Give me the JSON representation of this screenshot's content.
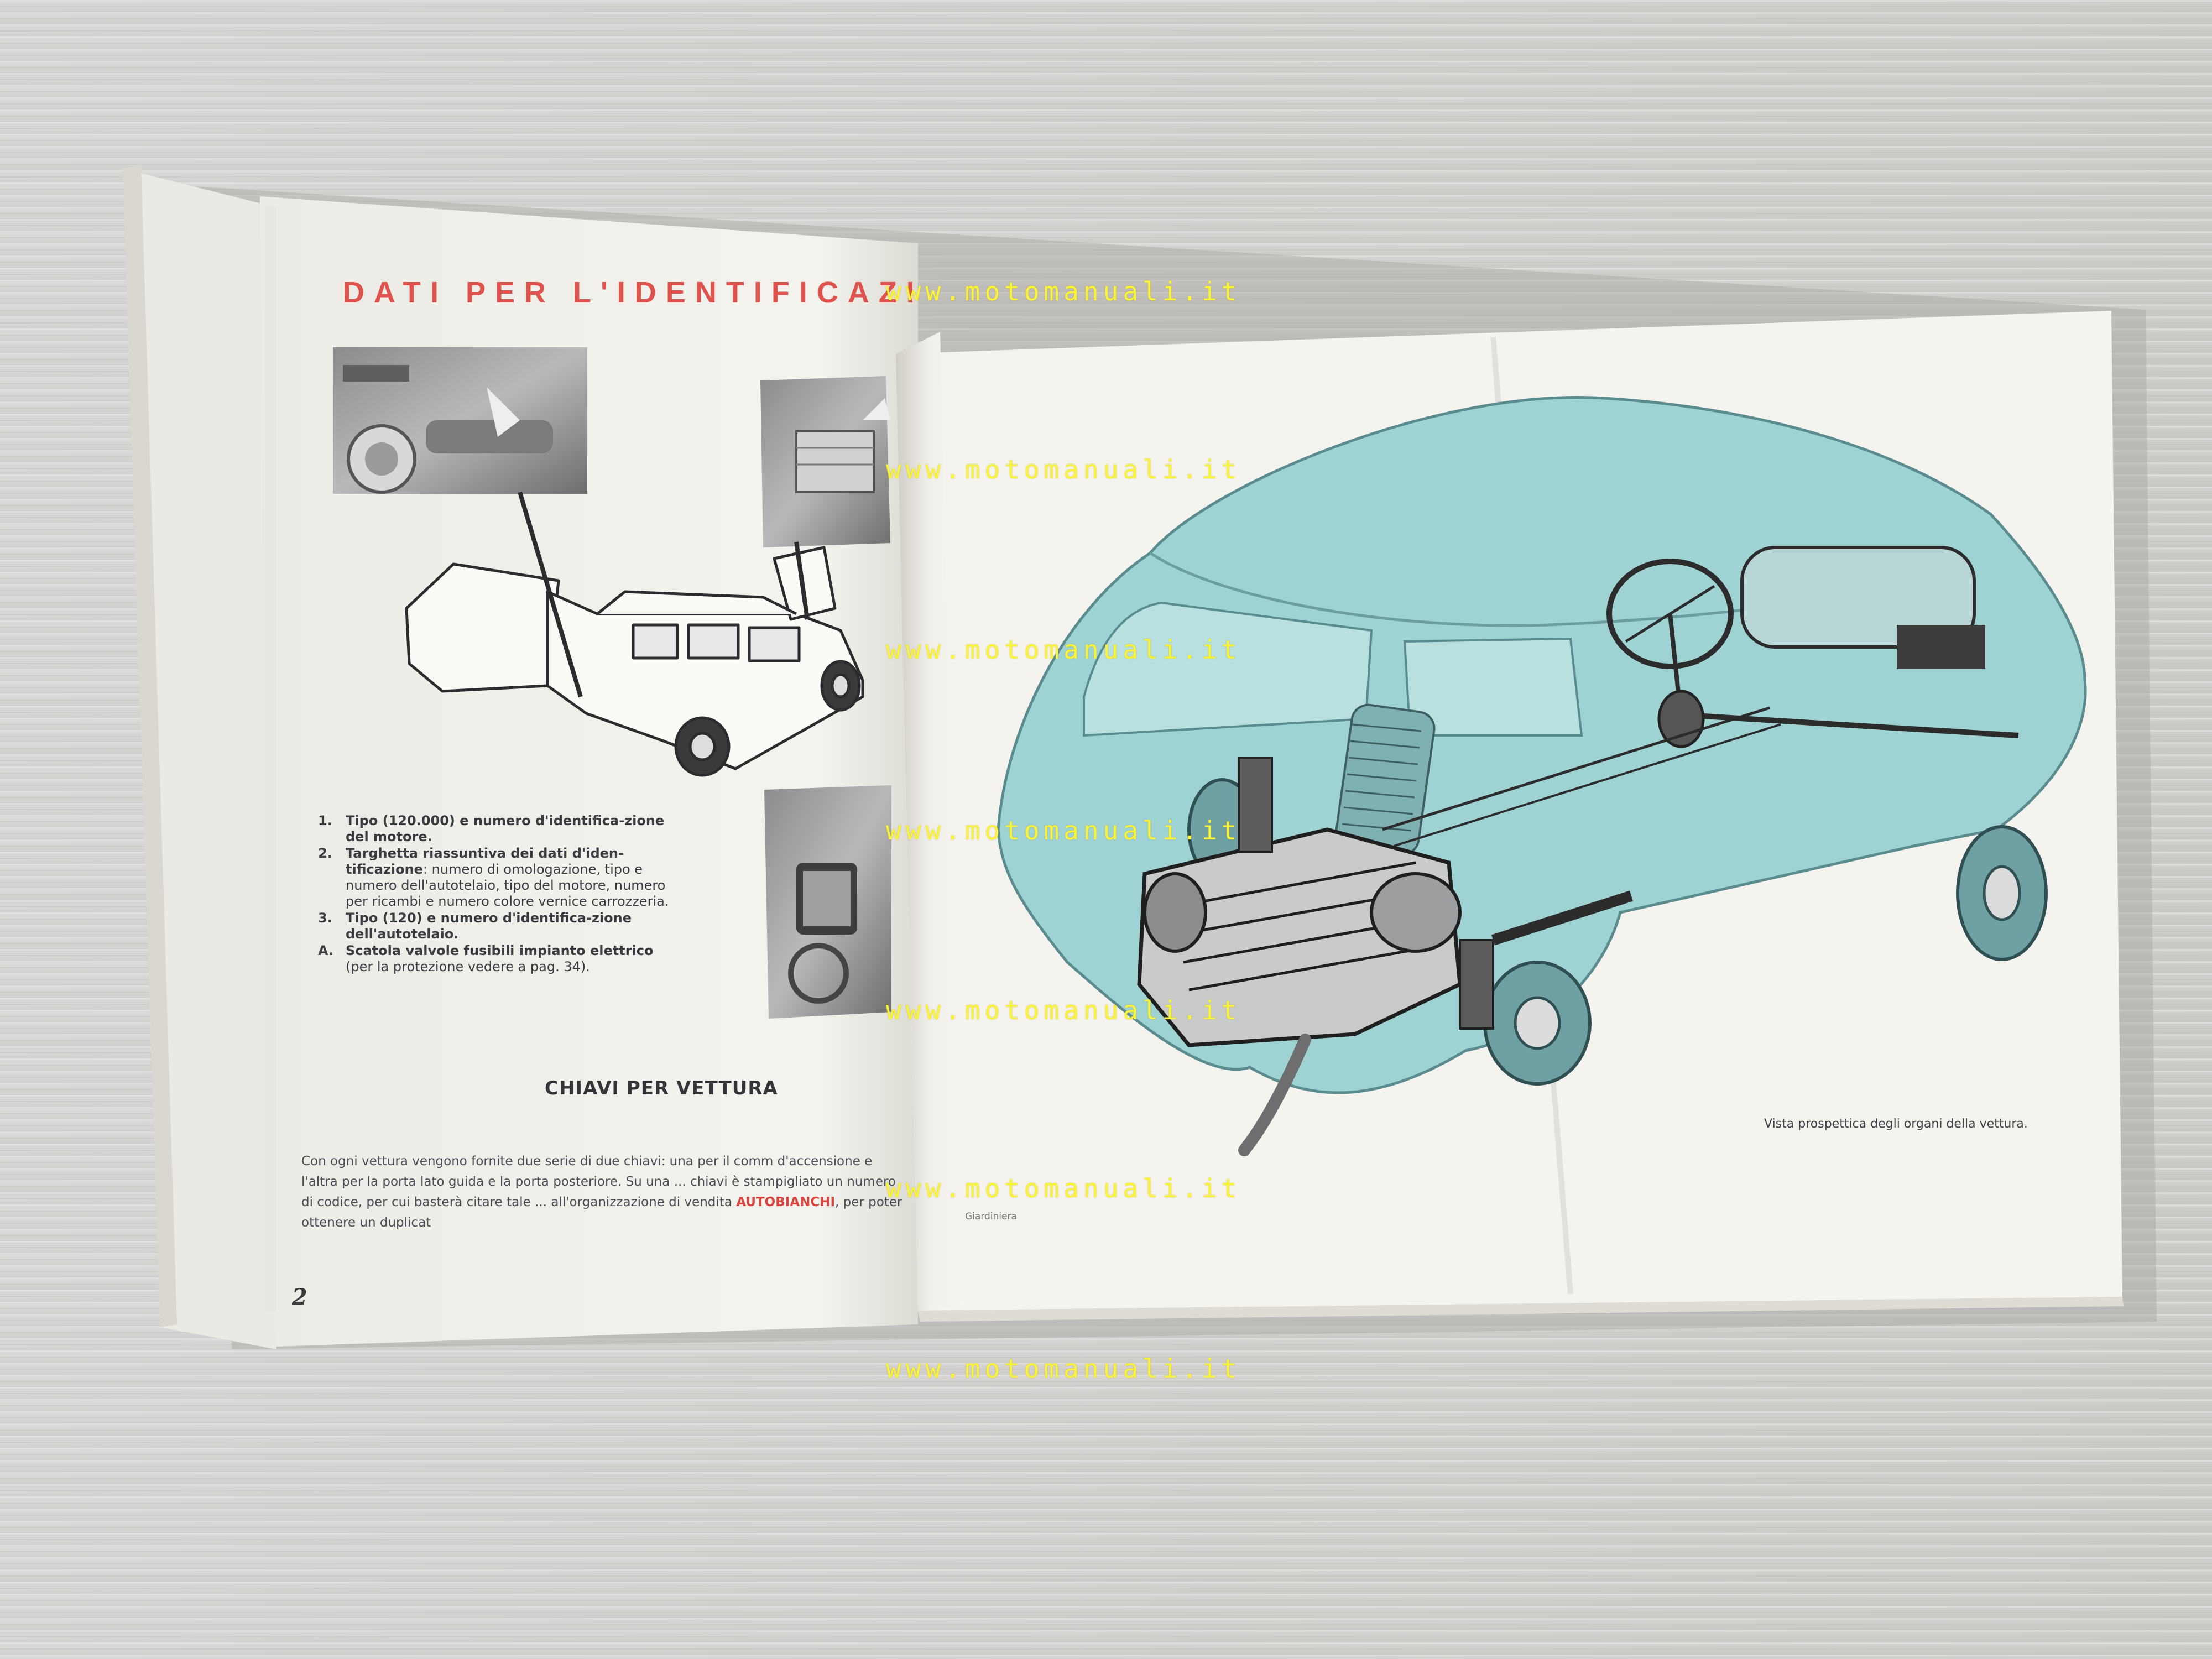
{
  "left_page": {
    "heading": "DATI PER L'IDENTIFICAZIO",
    "captions": [
      {
        "num": "1.",
        "bold": "Tipo (120.000) e numero d'identifica-zione del motore.",
        "rest": ""
      },
      {
        "num": "2.",
        "bold": "Targhetta riassuntiva dei dati d'iden-tificazione",
        "rest": ": numero di omologazione, tipo e numero dell'autotelaio, tipo del motore, numero per ricambi e numero colore vernice carrozzeria."
      },
      {
        "num": "3.",
        "bold": "Tipo (120) e numero d'identifica-zione dell'autotelaio.",
        "rest": ""
      },
      {
        "num": "A.",
        "bold": "Scatola valvole fusibili impianto elettrico",
        "rest": " (per la protezione vedere a pag. 34)."
      }
    ],
    "subheading": "CHIAVI PER VETTURA",
    "paragraph_a": "Con ogni vettura vengono fornite due serie di due chiavi: una per il comm d'accensione e l'altra per la porta lato guida e la porta posteriore. Su una ... chiavi è stampigliato un numero di codice, per cui basterà citare tale ... all'organizzazione di vendita ",
    "brand": "AUTOBIANCHI",
    "paragraph_b": ", per poter ottenere un duplicat",
    "page_number": "2"
  },
  "center_page": {
    "footer_label": "Giardiniera"
  },
  "right_page": {
    "caption": "Vista prospettica degli organi della vettura."
  },
  "watermark_text": "www.motomanuali.it",
  "colors": {
    "background": "#d2d1cf",
    "page": "#f3f1ec",
    "heading_red": "#e0524d",
    "car_cyan": "#9fd3d3",
    "watermark_yellow": "#fbf33a"
  }
}
